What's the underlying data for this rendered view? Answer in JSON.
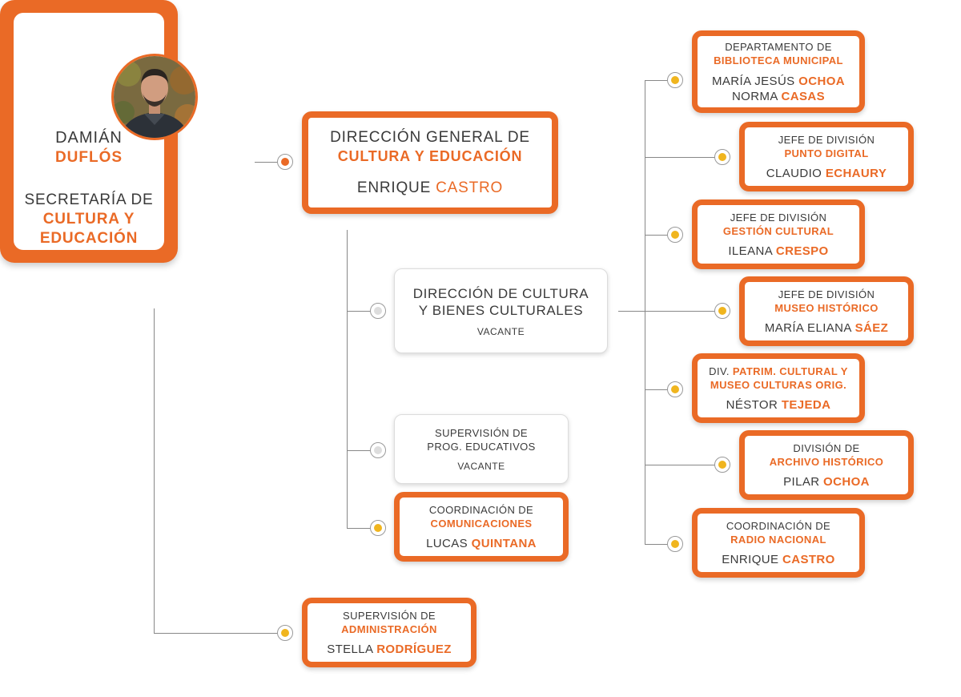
{
  "secretary": {
    "first_name": "DAMIÁN",
    "last_name": "DUFLÓS",
    "role_line1": "SECRETARÍA DE",
    "role_bold": "CULTURA Y EDUCACIÓN"
  },
  "direccion_general": {
    "title": "DIRECCIÓN GENERAL DE",
    "title_bold": "CULTURA Y EDUCACIÓN",
    "first": "ENRIQUE",
    "last": "CASTRO"
  },
  "direccion_cultura": {
    "title": "DIRECCIÓN DE CULTURA Y BIENES CULTURALES",
    "status": "VACANTE"
  },
  "supervision_prog": {
    "title": "SUPERVISIÓN DE PROG. EDUCATIVOS",
    "status": "VACANTE"
  },
  "coord_comunicaciones": {
    "title": "COORDINACIÓN DE",
    "title_bold": "COMUNICACIONES",
    "first": "LUCAS",
    "last": "QUINTANA"
  },
  "supervision_admin": {
    "title": "SUPERVISIÓN DE",
    "title_bold": "ADMINISTRACIÓN",
    "first": "STELLA",
    "last": "RODRÍGUEZ"
  },
  "units": [
    {
      "title": "DEPARTAMENTO DE",
      "title_bold": "BIBLIOTECA MUNICIPAL",
      "first": "MARÍA JESÚS",
      "last": "OCHOA",
      "first2": "NORMA",
      "last2": "CASAS"
    },
    {
      "title": "JEFE DE DIVISIÓN",
      "title_bold": "PUNTO DIGITAL",
      "first": "CLAUDIO",
      "last": "ECHAURY"
    },
    {
      "title": "JEFE DE DIVISIÓN",
      "title_bold": "GESTIÓN CULTURAL",
      "first": "ILEANA",
      "last": "CRESPO"
    },
    {
      "title": "JEFE DE DIVISIÓN",
      "title_bold": "MUSEO HISTÓRICO",
      "first": "MARÍA ELIANA",
      "last": "SÁEZ"
    },
    {
      "title": "DIV.",
      "title_bold": "PATRIM. CULTURAL Y MUSEO CULTURAS ORIG.",
      "first": "NÉSTOR",
      "last": "TEJEDA"
    },
    {
      "title": "DIVISIÓN DE",
      "title_bold": "ARCHIVO HISTÓRICO",
      "first": "PILAR",
      "last": "OCHOA"
    },
    {
      "title": "COORDINACIÓN DE",
      "title_bold": "RADIO NACIONAL",
      "first": "ENRIQUE",
      "last": "CASTRO"
    }
  ],
  "colors": {
    "accent": "#ea6a26",
    "node_yellow": "#f0b51e",
    "node_gray": "#dddddd",
    "line": "#888888"
  }
}
